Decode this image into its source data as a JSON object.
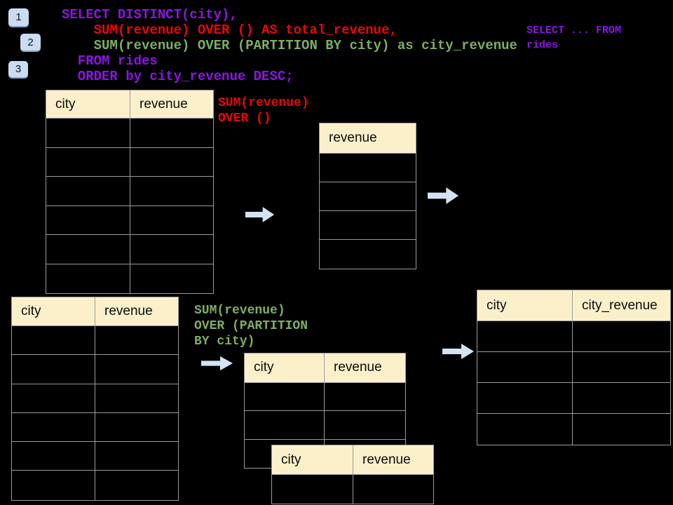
{
  "title": "SQL window functions diagram",
  "colors": {
    "background": "#000000",
    "purple": "#8a16e3",
    "red": "#ea0606",
    "green": "#7fad64",
    "table_header_bg": "#fcf0cb",
    "table_border": "#9b9b9b",
    "arrow_blue": "#d3e3f4",
    "badge_bg": "#c9dcf0"
  },
  "badges": [
    {
      "label": "1"
    },
    {
      "label": "2"
    },
    {
      "label": "3"
    }
  ],
  "code": {
    "lines": [
      {
        "text": "SELECT DISTINCT(city),",
        "color": "purple"
      },
      {
        "text": "    SUM(revenue) OVER () AS total_revenue,",
        "color": "red"
      },
      {
        "text": "    SUM(revenue) OVER (PARTITION BY city) as city_revenue",
        "color": "green"
      },
      {
        "text": "  FROM rides",
        "color": "purple"
      },
      {
        "text": "  ORDER by city_revenue DESC;",
        "color": "purple"
      }
    ]
  },
  "side_note": {
    "color": "purple",
    "lines": [
      "SELECT ... FROM",
      "rides"
    ]
  },
  "annotations": [
    {
      "id": "over-all",
      "color": "red",
      "lines": [
        "SUM(revenue)",
        "OVER ()"
      ]
    },
    {
      "id": "over-partition",
      "color": "green",
      "lines": [
        "SUM(revenue)",
        "OVER (PARTITION",
        "BY city)"
      ]
    }
  ],
  "tables": [
    {
      "id": "source-top",
      "headers": [
        "city",
        "revenue"
      ],
      "row_count": 6
    },
    {
      "id": "total-revenue",
      "headers": [
        "revenue"
      ],
      "row_count": 4
    },
    {
      "id": "source-bottom",
      "headers": [
        "city",
        "revenue"
      ],
      "row_count": 6
    },
    {
      "id": "partition-back",
      "headers": [
        "city",
        "revenue"
      ],
      "row_count": 3
    },
    {
      "id": "partition-front",
      "headers": [
        "city",
        "revenue"
      ],
      "row_count": 1
    },
    {
      "id": "result",
      "headers": [
        "city",
        "city_revenue"
      ],
      "row_count": 4
    }
  ],
  "arrows": [
    {
      "id": "arrow-1"
    },
    {
      "id": "arrow-2"
    },
    {
      "id": "arrow-3"
    },
    {
      "id": "arrow-4"
    }
  ]
}
